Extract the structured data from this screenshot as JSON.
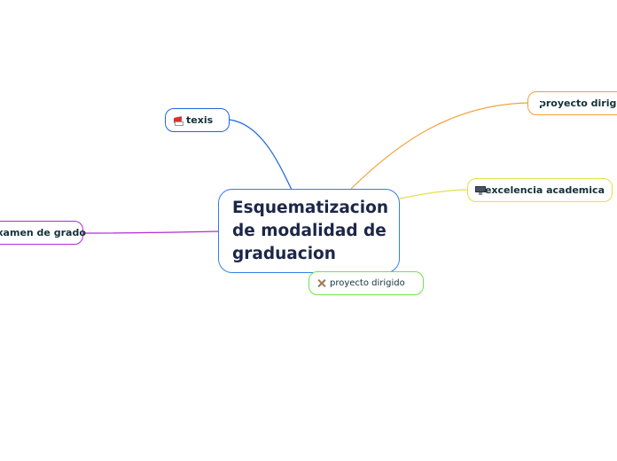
{
  "central": {
    "label": "Esquematizacion de modalidad de graduacion",
    "border_color": "#2f7fe8"
  },
  "topics": [
    {
      "id": "texis",
      "label": "texis",
      "icon": "book-icon",
      "color": "#2266dd"
    },
    {
      "id": "examen",
      "label": "examen de grado",
      "icon": "",
      "color": "#b42ad8"
    },
    {
      "id": "proyecto-top",
      "label": "proyecto dirigido",
      "icon": "gear-icon",
      "color": "#f2a23a"
    },
    {
      "id": "excelencia",
      "label": "excelencia academica",
      "icon": "monitor-icon",
      "color": "#e3e04a"
    },
    {
      "id": "proyecto-bottom",
      "label": "proyecto dirigido",
      "icon": "tools-icon",
      "color": "#6ee44d"
    }
  ]
}
